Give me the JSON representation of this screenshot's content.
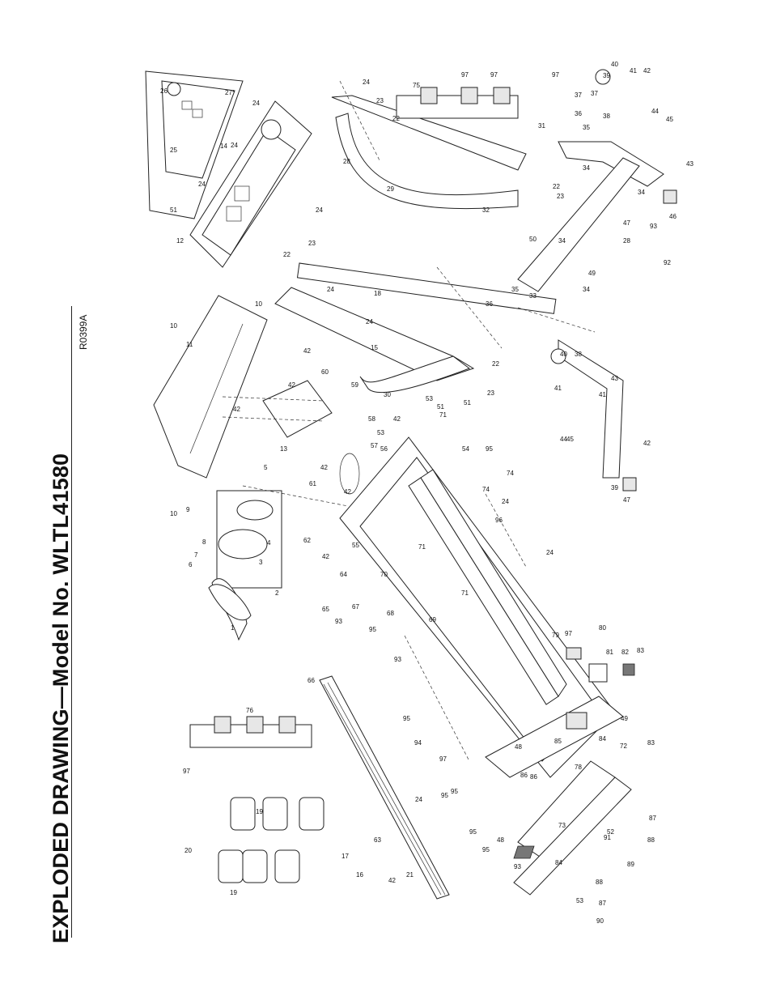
{
  "document": {
    "title": "EXPLODED DRAWING—Model No. WLTL41580",
    "drawing_code": "R0399A"
  },
  "callouts": [
    "1",
    "2",
    "3",
    "4",
    "5",
    "6",
    "7",
    "8",
    "9",
    "10",
    "10",
    "10",
    "11",
    "12",
    "13",
    "14",
    "15",
    "16",
    "17",
    "18",
    "19",
    "19",
    "20",
    "21",
    "22",
    "22",
    "22",
    "22",
    "23",
    "23",
    "23",
    "23",
    "24",
    "24",
    "24",
    "24",
    "24",
    "24",
    "24",
    "24",
    "24",
    "24",
    "25",
    "26",
    "27*",
    "28",
    "28",
    "29",
    "30",
    "31",
    "32",
    "33",
    "34",
    "34",
    "34",
    "34",
    "35",
    "35",
    "36",
    "36",
    "37",
    "37",
    "38",
    "38",
    "39",
    "39",
    "40",
    "40",
    "41",
    "41",
    "41",
    "42",
    "42",
    "42",
    "42",
    "42",
    "42",
    "42",
    "42",
    "42",
    "42",
    "43",
    "43",
    "44",
    "44",
    "45",
    "45",
    "46",
    "47",
    "47",
    "48",
    "48",
    "49",
    "49",
    "50",
    "51",
    "51",
    "51",
    "52",
    "53",
    "53",
    "53",
    "54",
    "55",
    "56",
    "57",
    "58",
    "59",
    "60",
    "61",
    "62",
    "63",
    "64",
    "65",
    "66",
    "67",
    "68",
    "69",
    "70",
    "71",
    "71",
    "71",
    "72",
    "73",
    "74",
    "74",
    "75",
    "76",
    "78",
    "79",
    "80",
    "81",
    "82",
    "83",
    "83",
    "84",
    "84",
    "85",
    "86",
    "86",
    "87",
    "87",
    "88",
    "88",
    "89",
    "90",
    "91",
    "92",
    "93",
    "93",
    "93",
    "93",
    "94",
    "95",
    "95",
    "95",
    "95",
    "95",
    "95",
    "95",
    "96",
    "97",
    "97",
    "97",
    "97",
    "97",
    "97"
  ]
}
